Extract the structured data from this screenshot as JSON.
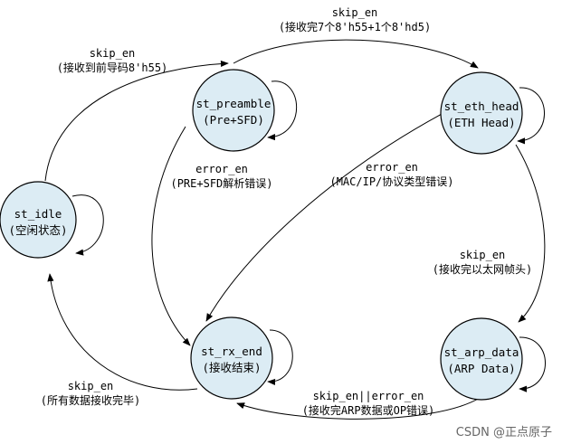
{
  "states": {
    "idle": {
      "name": "st_idle",
      "desc": "(空闲状态)"
    },
    "preamble": {
      "name": "st_preamble",
      "desc": "(Pre+SFD)"
    },
    "eth_head": {
      "name": "st_eth_head",
      "desc": "(ETH Head)"
    },
    "rx_end": {
      "name": "st_rx_end",
      "desc": "(接收结束)"
    },
    "arp_data": {
      "name": "st_arp_data",
      "desc": "(ARP Data)"
    }
  },
  "transitions": {
    "idle_to_preamble": {
      "signal": "skip_en",
      "cond": "(接收到前导码8'h55)"
    },
    "preamble_to_eth": {
      "signal": "skip_en",
      "cond": "(接收完7个8'h55+1个8'hd5)"
    },
    "preamble_to_end": {
      "signal": "error_en",
      "cond": "(PRE+SFD解析错误)"
    },
    "eth_to_end": {
      "signal": "error_en",
      "cond": "(MAC/IP/协议类型错误)"
    },
    "eth_to_arp": {
      "signal": "skip_en",
      "cond": "(接收完以太网帧头)"
    },
    "arp_to_end": {
      "signal": "skip_en||error_en",
      "cond": "(接收完ARP数据或OP错误)"
    },
    "end_to_idle": {
      "signal": "skip_en",
      "cond": "(所有数据接收完毕)"
    }
  },
  "watermark": "CSDN @正点原子"
}
